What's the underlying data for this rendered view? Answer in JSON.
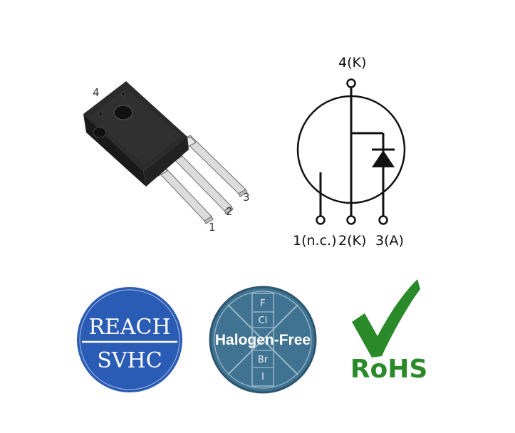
{
  "package": {
    "tab_label": "4",
    "pin_labels": [
      "1",
      "2",
      "3"
    ]
  },
  "schematic": {
    "top_label": "4(K)",
    "bottom_labels": [
      "1(n.c.)",
      "2(K)",
      "3(A)"
    ]
  },
  "badges": {
    "reach": {
      "top": "REACH",
      "bottom": "SVHC",
      "color": "#2a5bb5"
    },
    "halogen": {
      "title": "Halogen-Free",
      "elements": [
        "F",
        "Cl",
        "Br",
        "I"
      ],
      "color": "#3f7391"
    },
    "rohs": {
      "text": "RoHS",
      "color": "#2a8a2a"
    }
  }
}
